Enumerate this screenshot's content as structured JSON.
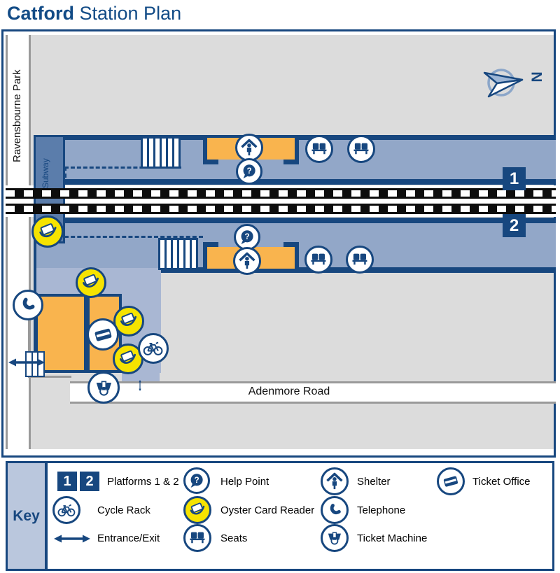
{
  "title": {
    "name_bold": "Catford",
    "name_rest": " Station Plan"
  },
  "map": {
    "street_left": "Ravensbourne Park",
    "street_bottom": "Adenmore Road",
    "subway_label": "Subway",
    "platform_1": "1",
    "platform_2": "2",
    "compass_n": "N"
  },
  "icons": {
    "help_glyph": "?"
  },
  "key": {
    "heading": "Key",
    "platform_badges": [
      "1",
      "2"
    ],
    "items": [
      {
        "icon": "platform-badges",
        "label": "Platforms 1 & 2"
      },
      {
        "icon": "help-point-icon",
        "label": "Help Point"
      },
      {
        "icon": "shelter-icon",
        "label": "Shelter"
      },
      {
        "icon": "ticket-office-icon",
        "label": "Ticket Office"
      },
      {
        "icon": "cycle-rack-icon",
        "label": "Cycle Rack"
      },
      {
        "icon": "oyster-card-reader-icon",
        "label": "Oyster Card Reader"
      },
      {
        "icon": "telephone-icon",
        "label": "Telephone"
      },
      {
        "icon": "entrance-exit-icon",
        "label": "Entrance/Exit"
      },
      {
        "icon": "seats-icon",
        "label": "Seats"
      },
      {
        "icon": "ticket-machine-icon",
        "label": "Ticket Machine"
      }
    ]
  },
  "colors": {
    "navy": "#17477f",
    "platform_blue": "#92a7c8",
    "subway_blue": "#5b7dab",
    "forecourt_blue": "#a9b7d3",
    "key_cell_blue": "#bac7dd",
    "orange": "#f9b44e",
    "oyster_yellow": "#f6e300",
    "surface_gray": "#dcdcdc",
    "road_edge_gray": "#9a9a9a"
  }
}
